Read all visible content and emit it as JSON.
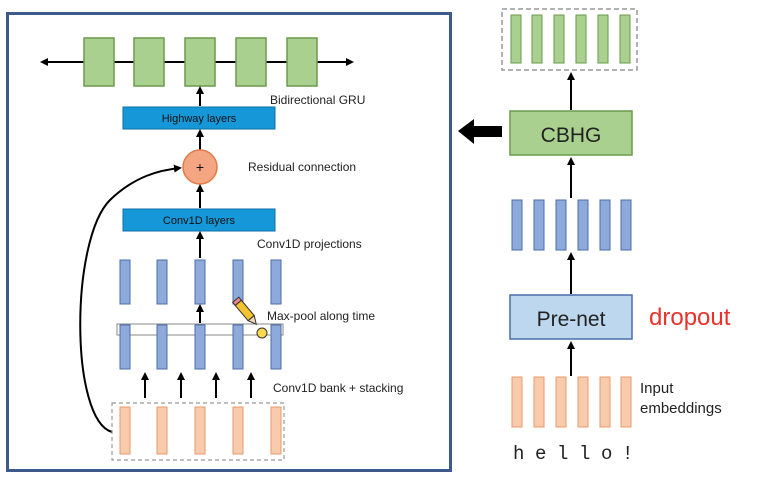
{
  "colors": {
    "green_fill": "#a9d08e",
    "green_stroke": "#6a9a4c",
    "blue_fill": "#8eaadb",
    "blue_stroke": "#4a6ea8",
    "orange_fill": "#f8cbad",
    "orange_stroke": "#e69a6b",
    "highway_fill": "#1597d8",
    "panel_border": "#3d5a8a",
    "residual_fill": "#f4a582",
    "dropout_red": "#e8322a",
    "prenet_fill": "#bdd7ee"
  },
  "left_panel": {
    "bidirectional_gru": "Bidirectional GRU",
    "highway_layers": "Highway layers",
    "residual_symbol": "+",
    "residual_connection": "Residual connection",
    "conv1d_layers": "Conv1D layers",
    "conv1d_projections": "Conv1D projections",
    "max_pool": "Max-pool along time",
    "conv1d_bank": "Conv1D bank + stacking"
  },
  "right_panel": {
    "cbhg": "CBHG",
    "prenet": "Pre-net",
    "dropout": "dropout",
    "input_embeddings_line1": "Input",
    "input_embeddings_line2": "embeddings",
    "chars": [
      "h",
      "e",
      "l",
      "l",
      "o",
      "!"
    ]
  },
  "icons": {
    "pencil": "pencil-cursor-icon"
  }
}
